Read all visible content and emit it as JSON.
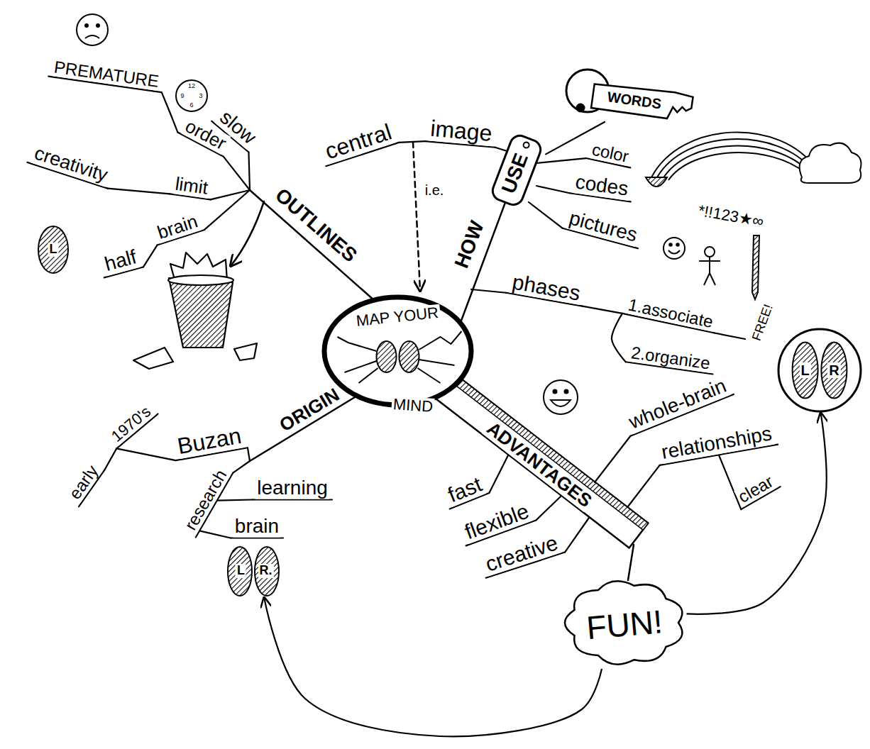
{
  "diagram": {
    "nodes": [
      {
        "text": [
          "WORDS"
        ]
      },
      {
        "text": [
          "USE"
        ]
      },
      {
        "text": [
          "L"
        ]
      },
      {
        "text": [
          "MAP YOUR",
          "MIND"
        ]
      },
      {
        "text": [
          "L",
          "R"
        ]
      },
      {
        "text": [
          "L",
          "R."
        ]
      },
      {
        "text": [
          "FUN!"
        ]
      }
    ],
    "edges": [
      {
        "from": 1,
        "to": 0,
        "arrow": "none"
      },
      {
        "from": 6,
        "to": 4,
        "arrow": "to"
      },
      {
        "from": 6,
        "to": 5,
        "arrow": "to"
      }
    ],
    "labels": [
      "PREMATURE",
      "order",
      "slow",
      "creativity",
      "limit",
      "brain",
      "half",
      "OUTLINES",
      "central",
      "image",
      "i.e.",
      "HOW",
      "color",
      "codes",
      "*!!123★∞",
      "pictures",
      "phases",
      "1.associate",
      "FREE!",
      "2.organize",
      "ADVANTAGES",
      "whole-brain",
      "relationships",
      "clear",
      "fast",
      "flexible",
      "creative",
      "ORIGIN",
      "Buzan",
      "1970's",
      "early",
      "research",
      "learning",
      "brain",
      "12",
      "9",
      "3",
      "6"
    ]
  }
}
